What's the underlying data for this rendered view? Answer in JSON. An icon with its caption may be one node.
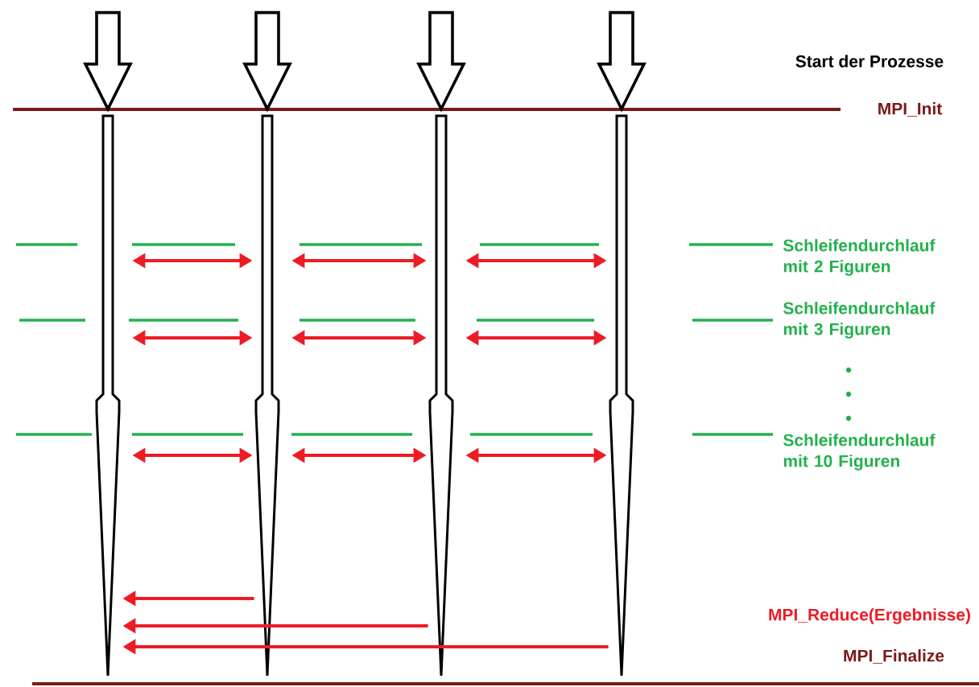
{
  "diagram": {
    "nodes": [
      {
        "text": [],
        "shape": "bar"
      },
      {
        "text": [],
        "shape": "bar"
      },
      {
        "text": [],
        "shape": "bar"
      },
      {
        "text": [],
        "shape": "bar"
      }
    ],
    "edges": [
      {
        "from": null,
        "to": 0,
        "arrow": "to",
        "color": "#000000"
      },
      {
        "from": null,
        "to": 1,
        "arrow": "to",
        "color": "#000000"
      },
      {
        "from": null,
        "to": 2,
        "arrow": "to",
        "color": "#000000"
      },
      {
        "from": null,
        "to": 3,
        "arrow": "to",
        "color": "#000000"
      },
      {
        "from": 0,
        "to": 1,
        "arrow": "both",
        "color": "#ed1c24"
      },
      {
        "from": 1,
        "to": 2,
        "arrow": "both",
        "color": "#ed1c24"
      },
      {
        "from": 2,
        "to": 3,
        "arrow": "both",
        "color": "#ed1c24"
      },
      {
        "from": 0,
        "to": 1,
        "arrow": "both",
        "color": "#ed1c24"
      },
      {
        "from": 1,
        "to": 2,
        "arrow": "both",
        "color": "#ed1c24"
      },
      {
        "from": 2,
        "to": 3,
        "arrow": "both",
        "color": "#ed1c24"
      },
      {
        "from": 0,
        "to": 1,
        "arrow": "both",
        "color": "#ed1c24"
      },
      {
        "from": 1,
        "to": 2,
        "arrow": "both",
        "color": "#ed1c24"
      },
      {
        "from": 2,
        "to": 3,
        "arrow": "both",
        "color": "#ed1c24"
      },
      {
        "from": 1,
        "to": 0,
        "arrow": "to",
        "color": "#ed1c24"
      },
      {
        "from": 2,
        "to": 0,
        "arrow": "to",
        "color": "#ed1c24"
      },
      {
        "from": 3,
        "to": 0,
        "arrow": "to",
        "color": "#ed1c24"
      }
    ],
    "labels": [
      "Start der Prozesse",
      "MPI_Init",
      "Schleifendurchlauf mit 2 Figuren",
      "Schleifendurchlauf mit 3 Figuren",
      "Schleifendurchlauf mit 10 Figuren",
      "MPI_Reduce(Ergebnisse)",
      "MPI_Finalize"
    ]
  }
}
